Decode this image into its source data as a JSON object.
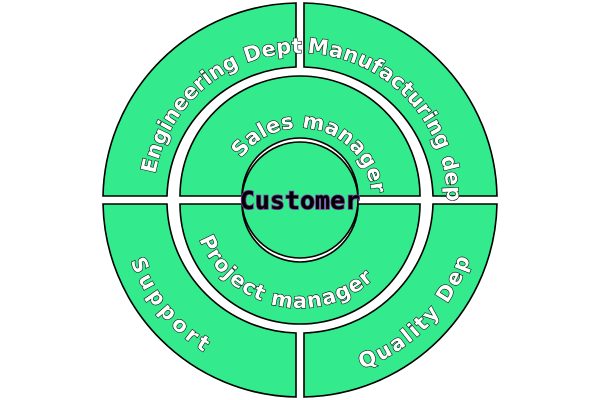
{
  "diagram": {
    "center_label": "Customer",
    "inner_ring": {
      "top_label": "Sales manager",
      "bottom_label": "Project manager"
    },
    "outer_ring": {
      "top_left_label": "Engineering Dept",
      "top_right_label": "Manufacturing dep",
      "bottom_left_label": "Support",
      "bottom_right_label": "Quality Dep"
    },
    "colors": {
      "ring_fill": "#33EB8C",
      "segment_outline": "#000000",
      "label_text": "#FFFFFF",
      "label_text_outline": "#000000",
      "center_text": "#000000",
      "center_text_halo": "#8B2FA8",
      "divider": "#FFFFFF",
      "background": "#FFFFFF"
    }
  }
}
